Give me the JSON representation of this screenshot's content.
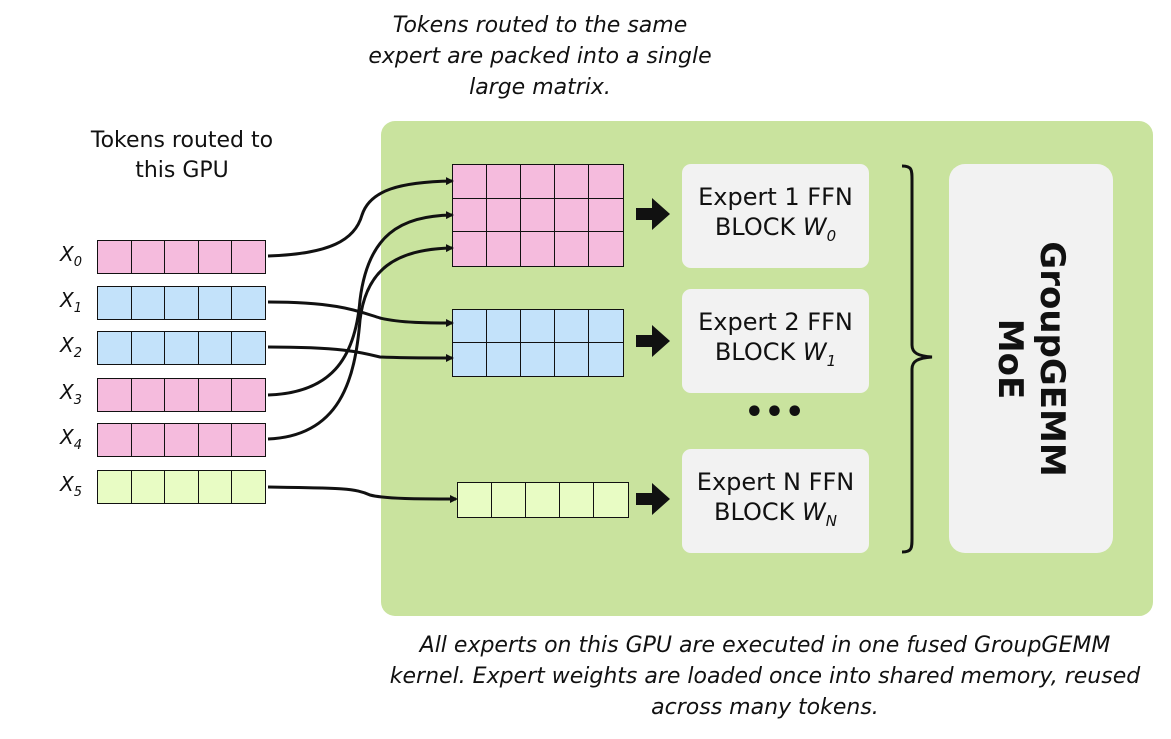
{
  "top_caption": [
    "Tokens routed to the same",
    "expert are packed into a single",
    "large matrix."
  ],
  "tokens_label": [
    "Tokens routed to",
    "this GPU"
  ],
  "colors": {
    "panel": "#c9e39e",
    "pink": "#f5bbdd",
    "blue": "#c3e2fa",
    "lightgreen": "#e8fcc4",
    "box": "#f2f2f2"
  },
  "tokens": [
    {
      "label": "X",
      "sub": "0",
      "color": "pink"
    },
    {
      "label": "X",
      "sub": "1",
      "color": "blue"
    },
    {
      "label": "X",
      "sub": "2",
      "color": "blue"
    },
    {
      "label": "X",
      "sub": "3",
      "color": "pink"
    },
    {
      "label": "X",
      "sub": "4",
      "color": "pink"
    },
    {
      "label": "X",
      "sub": "5",
      "color": "lightgreen"
    }
  ],
  "packed_matrices": [
    {
      "rows": 3,
      "cols": 5,
      "color": "pink",
      "tokens": [
        "X0",
        "X3",
        "X4"
      ]
    },
    {
      "rows": 2,
      "cols": 5,
      "color": "blue",
      "tokens": [
        "X1",
        "X2"
      ]
    },
    {
      "rows": 1,
      "cols": 5,
      "color": "lightgreen",
      "tokens": [
        "X5"
      ]
    }
  ],
  "experts": [
    {
      "line1": "Expert 1 FFN",
      "block": "BLOCK",
      "w": "W",
      "sub": "0"
    },
    {
      "line1": "Expert 2 FFN",
      "block": "BLOCK",
      "w": "W",
      "sub": "1"
    },
    {
      "line1": "Expert N FFN",
      "block": "BLOCK",
      "w": "W",
      "sub": "N"
    }
  ],
  "ellipsis": "•••",
  "groupgemm": [
    "MoE",
    "GroupGEMM"
  ],
  "bottom_caption": [
    "All experts on this GPU are executed in one fused GroupGEMM",
    "kernel. Expert weights are loaded once into shared memory, reused",
    "across many tokens."
  ]
}
